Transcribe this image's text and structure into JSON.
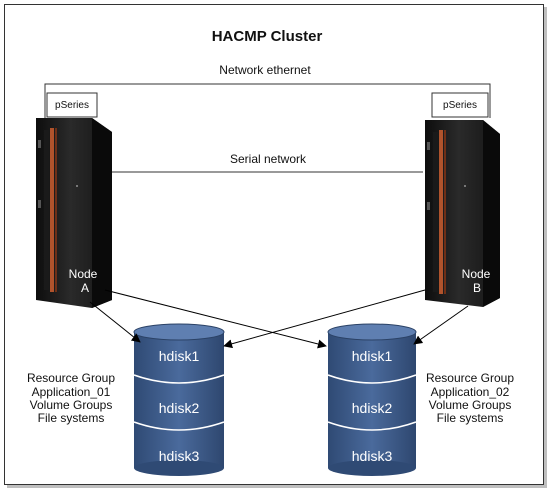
{
  "diagram": {
    "title": "HACMP Cluster",
    "network_ethernet_label": "Network ethernet",
    "serial_network_label": "Serial network",
    "node_a": {
      "platform_label": "pSeries",
      "name_line1": "Node",
      "name_line2": "A"
    },
    "node_b": {
      "platform_label": "pSeries",
      "name_line1": "Node",
      "name_line2": "B"
    },
    "storage_left": {
      "disks": [
        "hdisk1",
        "hdisk2",
        "hdisk3"
      ]
    },
    "storage_right": {
      "disks": [
        "hdisk1",
        "hdisk2",
        "hdisk3"
      ]
    },
    "resource_group_left": [
      "Resource Group",
      "Application_01",
      "Volume Groups",
      "File systems"
    ],
    "resource_group_right": [
      "Resource Group",
      "Application_02",
      "Volume Groups",
      "File systems"
    ],
    "colors": {
      "server_body": "#1a1a1a",
      "server_stripe": "#b0532c",
      "disk_fill": "#3e5a87",
      "disk_top": "#5f7fb1"
    }
  }
}
